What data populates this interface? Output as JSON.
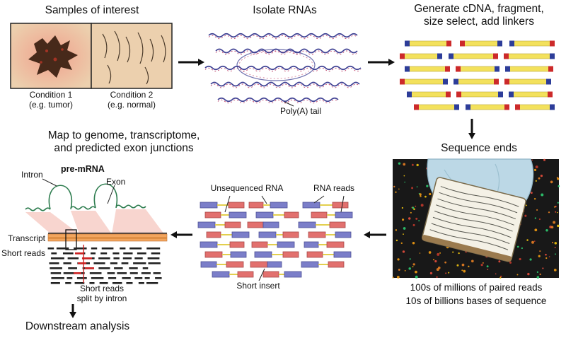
{
  "samples": {
    "title": "Samples of interest",
    "cond1_line1": "Condition 1",
    "cond1_line2": "(e.g. tumor)",
    "cond2_line1": "Condition 2",
    "cond2_line2": "(e.g. normal)"
  },
  "isolate": {
    "title": "Isolate RNAs",
    "polya": "Poly(A) tail"
  },
  "generate": {
    "title_line1": "Generate cDNA, fragment,",
    "title_line2": "size select, add linkers"
  },
  "sequence": {
    "title": "Sequence ends",
    "caption_line1": "100s of millions of paired reads",
    "caption_line2": "10s of billions bases of sequence"
  },
  "reads": {
    "unsequenced": "Unsequenced RNA",
    "rna_reads": "RNA reads",
    "short_insert": "Short insert"
  },
  "map": {
    "title_line1": "Map to genome, transcriptome,",
    "title_line2": "and predicted exon junctions",
    "intron": "Intron",
    "premrna": "pre-mRNA",
    "exon": "Exon",
    "transcript": "Transcript",
    "short_reads": "Short reads",
    "split_line1": "Short reads",
    "split_line2": "split by intron"
  },
  "downstream": {
    "title": "Downstream analysis"
  },
  "colors": {
    "sample_bg": "#ecd0ae",
    "tumor_blob": "#47291a",
    "tumor_glow": "#f0a08c",
    "rna_strand": "#3d3f92",
    "rna_accent": "#c2476e",
    "fragment_body": "#f3e15c",
    "linker_blue": "#2d3d99",
    "linker_red": "#cc2a2a",
    "read_blue": "#7b7ec9",
    "read_red": "#e2706e",
    "insert_yellow": "#e3cf4e",
    "photo_bg": "#181818",
    "glove_blue": "#bcd8e6",
    "flowcell_white": "#f4f1e6",
    "beam_pink": "#f6c9c2",
    "transcript_orange": "#f2a55e",
    "premrna_green": "#2e7d4f",
    "split_red": "#cc2222",
    "arrow_black": "#111111"
  }
}
